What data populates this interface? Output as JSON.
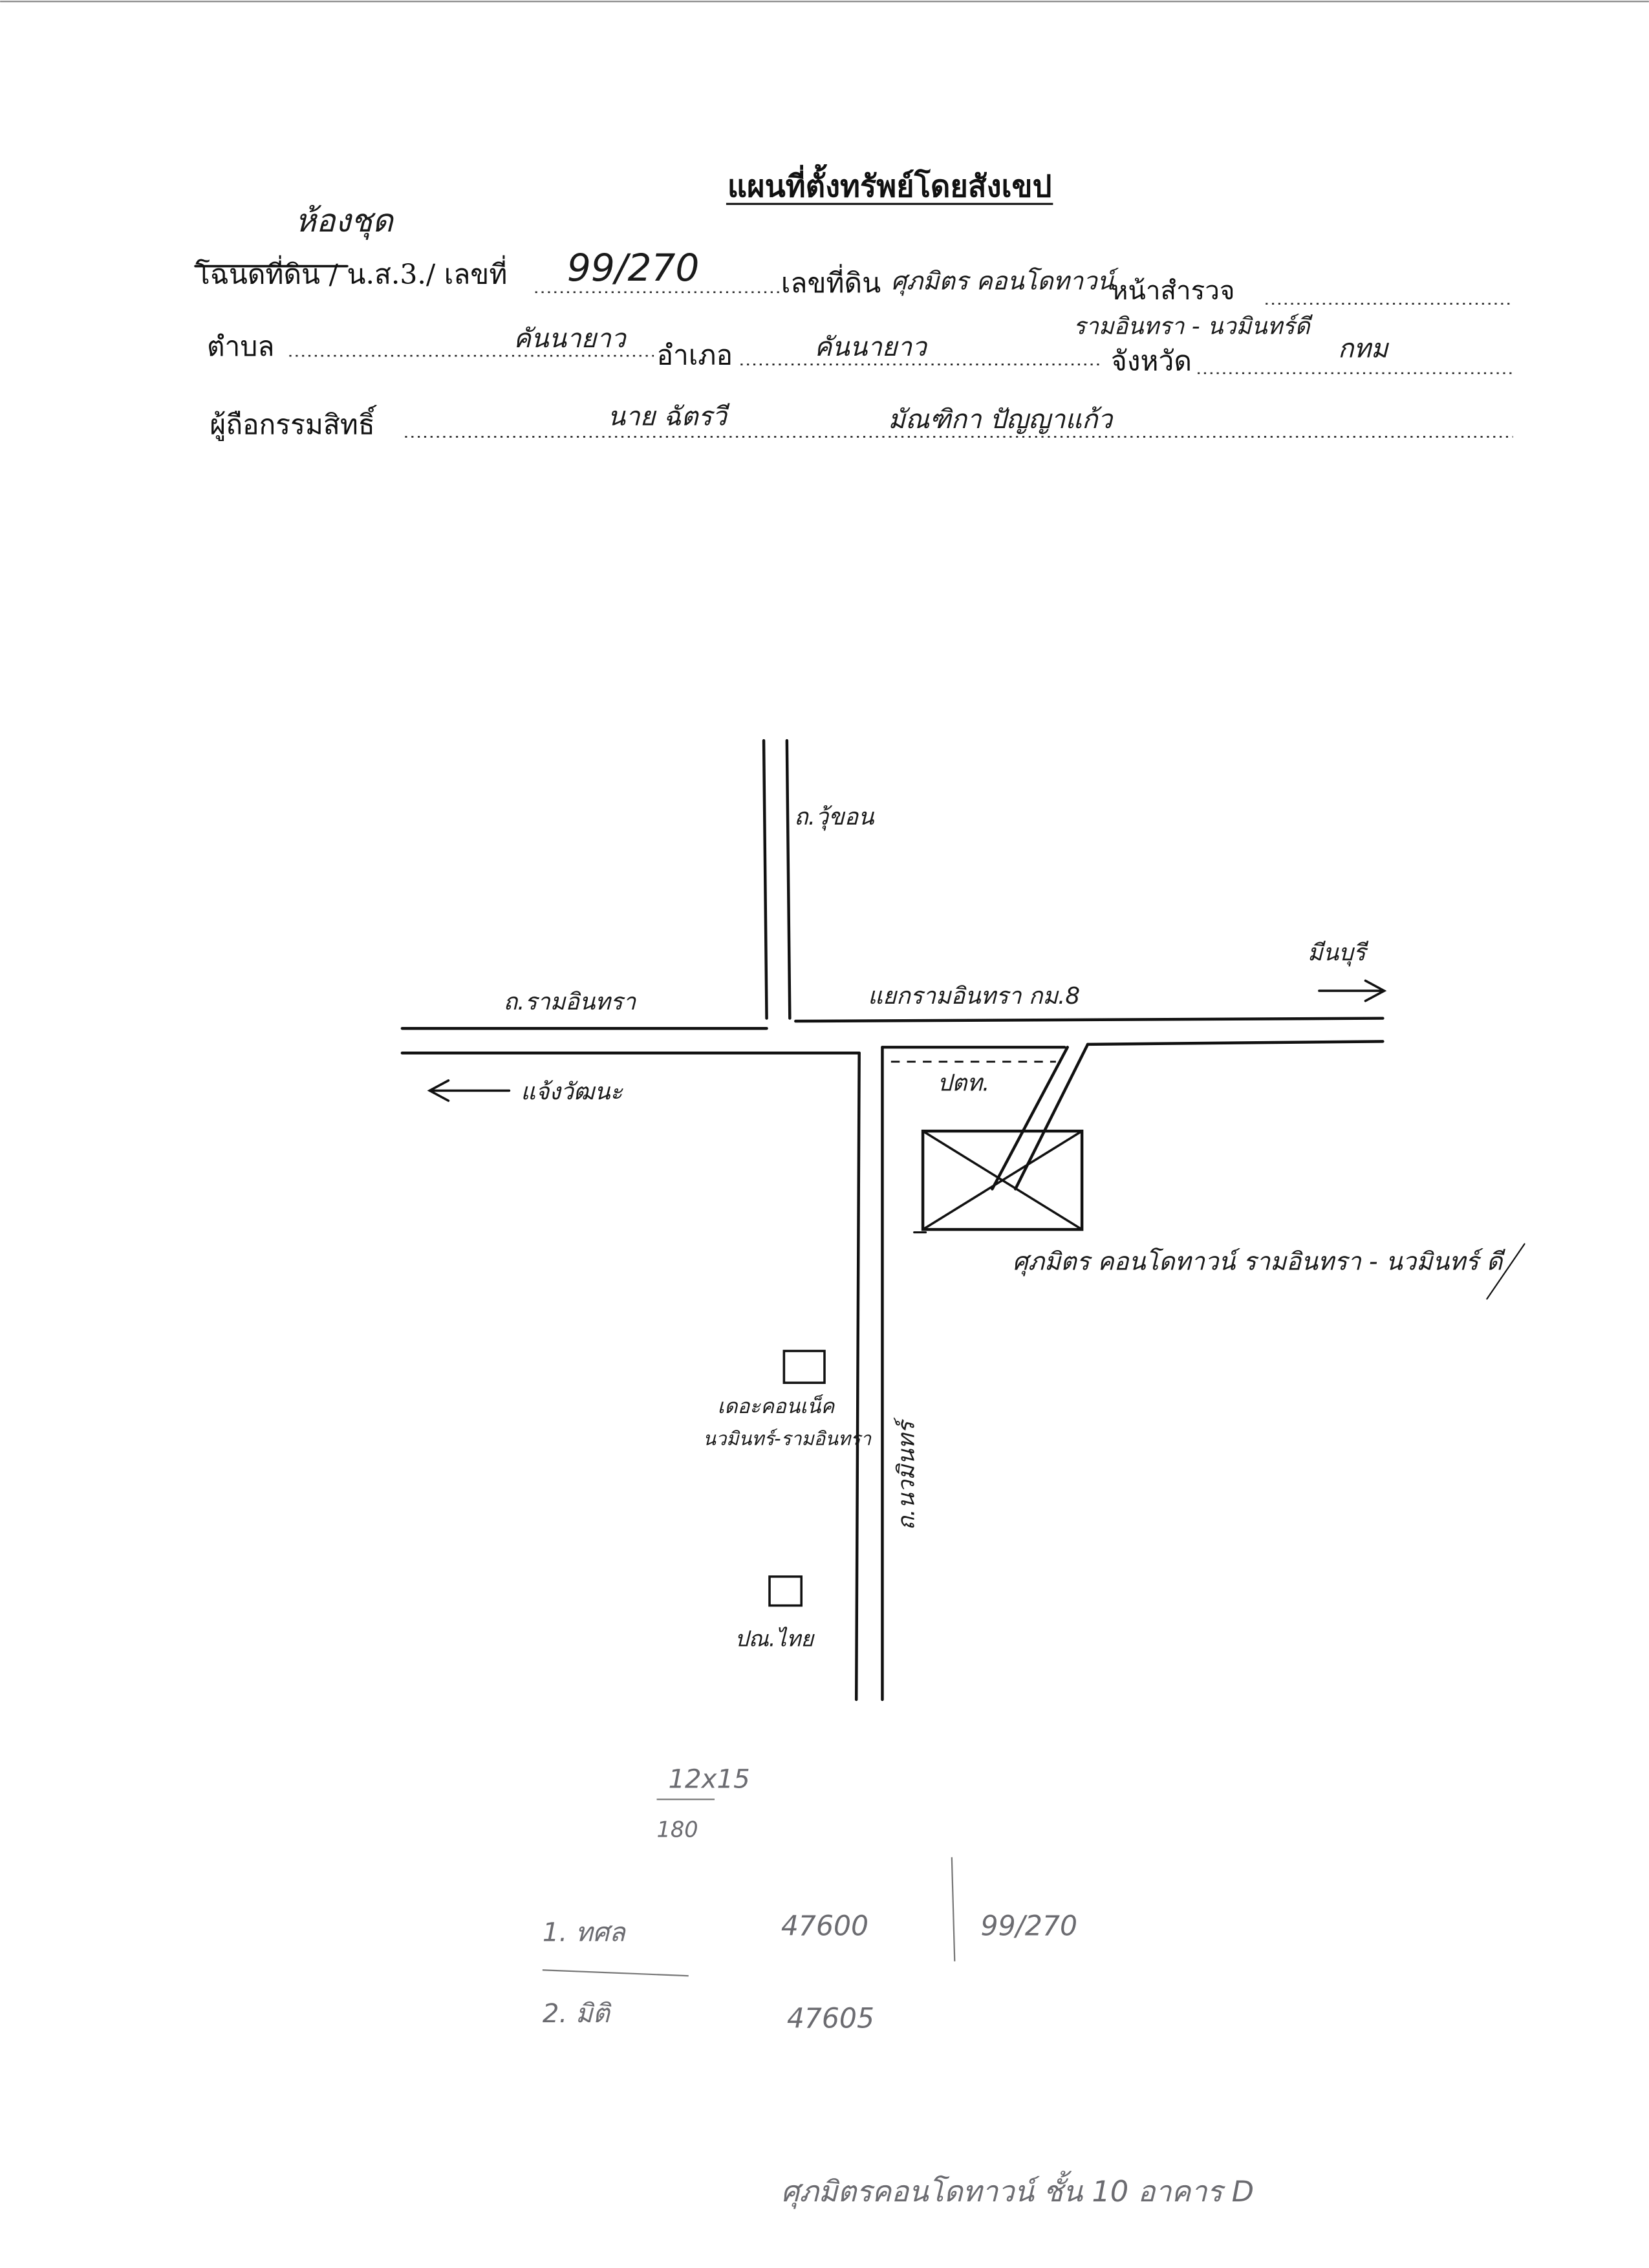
{
  "header": {
    "title": "แผนที่ตั้งทรัพย์โดยสังเขป",
    "type_handwritten": "ห้องชุด",
    "deed_label": "โฉนดที่ดิน / น.ส.3./ เลขที่",
    "deed_no": "99/270",
    "land_no_label": "เลขที่ดิน",
    "project_name": "ศุภมิตร คอนโดทาวน์",
    "survey_label": "หน้าสำรวจ",
    "road_note": "รามอินทรา - นวมินทร์ดี",
    "subdistrict_label": "ตำบล",
    "subdistrict": "คันนายาว",
    "district_label": "อำเภอ",
    "district": "คันนายาว",
    "province_label": "จังหวัด",
    "province": "กทม",
    "owner_label": "ผู้ถือกรรมสิทธิ์",
    "owner_1": "นาย ฉัตรวี",
    "owner_2": "มัณฑิกา ปัญญาแก้ว"
  },
  "map": {
    "road_north": "ถ.วุ้ขอน",
    "road_west": "ถ.รามอินทรา",
    "junction": "แยกรามอินทรา กม.8",
    "direction_east": "มีนบุรี",
    "direction_west": "แจ้งวัฒนะ",
    "gas_station": "ปตท.",
    "subject_label": "ศุภมิตร คอนโดทาวน์ รามอินทรา - นวมินทร์ ดี",
    "landmark_1_line1": "เดอะคอนเน็ค",
    "landmark_1_line2": "นวมินทร์-รามอินทรา",
    "road_south": "ถ.นวมินทร์",
    "post_office": "ปณ.ไทย"
  },
  "notes": {
    "calc_top": "12x15",
    "calc_bottom": "180",
    "row1_label": "1. ทศล",
    "row1_value": "47600",
    "row2_label": "2. มิติ",
    "row2_value": "47605",
    "ref_no": "99/270",
    "footer": "ศุภมิตรคอนโดทาวน์ ชั้น 10 อาคาร D"
  }
}
